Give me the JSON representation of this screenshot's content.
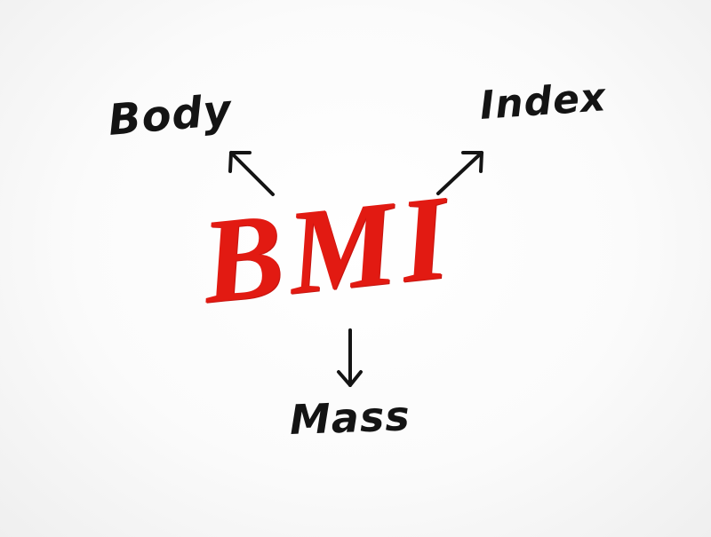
{
  "title": "BMI",
  "words": {
    "body": "Body",
    "index": "Index",
    "mass": "Mass"
  },
  "colors": {
    "title": "#e21a12",
    "ink": "#141414",
    "background": "#f7f7f7"
  }
}
